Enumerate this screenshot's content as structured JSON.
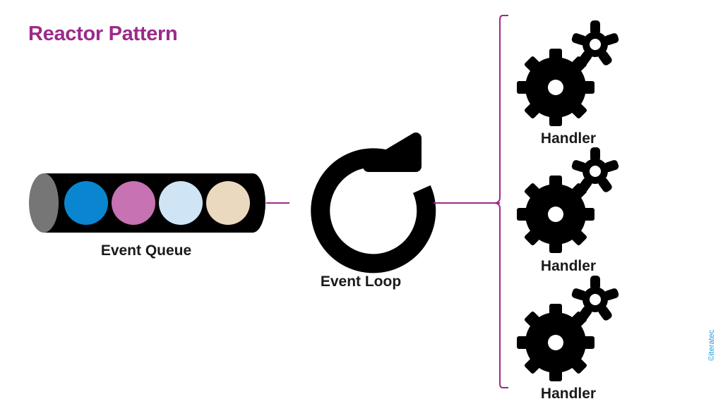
{
  "title": "Reactor Pattern",
  "queue": {
    "label": "Event Queue",
    "items": [
      {
        "color": "#0a86d1"
      },
      {
        "color": "#c672b3"
      },
      {
        "color": "#cfe4f4"
      },
      {
        "color": "#ead8bf"
      }
    ],
    "cap_color": "#767676"
  },
  "loop": {
    "label": "Event Loop"
  },
  "handlers": [
    {
      "label": "Handler"
    },
    {
      "label": "Handler"
    },
    {
      "label": "Handler"
    }
  ],
  "colors": {
    "accent": "#9c2a8a",
    "copyright": "#1f9ad6",
    "icon": "#000000"
  },
  "copyright": "©iteratec"
}
